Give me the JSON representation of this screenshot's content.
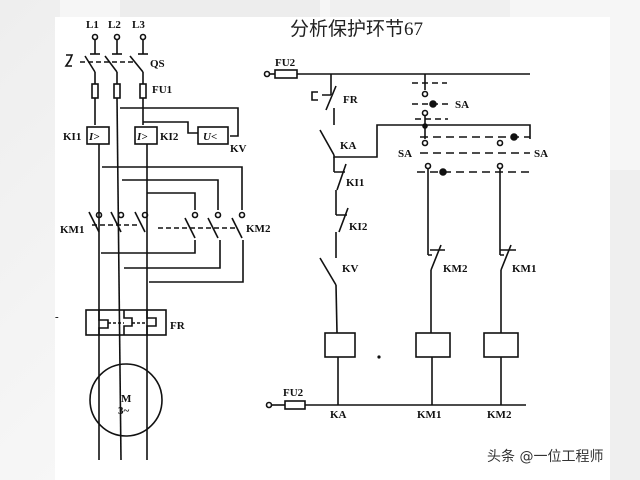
{
  "title": "分析保护环节67",
  "watermark": "头条 @一位工程师",
  "colors": {
    "line": "#111111",
    "background": "#ffffff",
    "page_bg": "#f6f6f6"
  },
  "power_circuit": {
    "phases": [
      "L1",
      "L2",
      "L3"
    ],
    "switch": "QS",
    "fuse": "FU1",
    "current_relay_1": {
      "label": "KI1",
      "symbol": "I>"
    },
    "current_relay_2": {
      "label": "KI2",
      "symbol": "I>"
    },
    "voltage_relay": {
      "label": "KV",
      "symbol": "U<"
    },
    "contactor_forward": "KM1",
    "contactor_reverse": "KM2",
    "thermal_relay": "FR",
    "motor": {
      "label": "M",
      "sub": "3~"
    }
  },
  "control_circuit": {
    "fuse_top": "FU2",
    "fuse_bottom": "FU2",
    "contacts": [
      "FR",
      "KA",
      "KI1",
      "KI2",
      "KV",
      "KM2",
      "KM1"
    ],
    "selector": [
      "SA",
      "SA",
      "SA"
    ],
    "coils": [
      "KA",
      "KM1",
      "KM2"
    ]
  }
}
